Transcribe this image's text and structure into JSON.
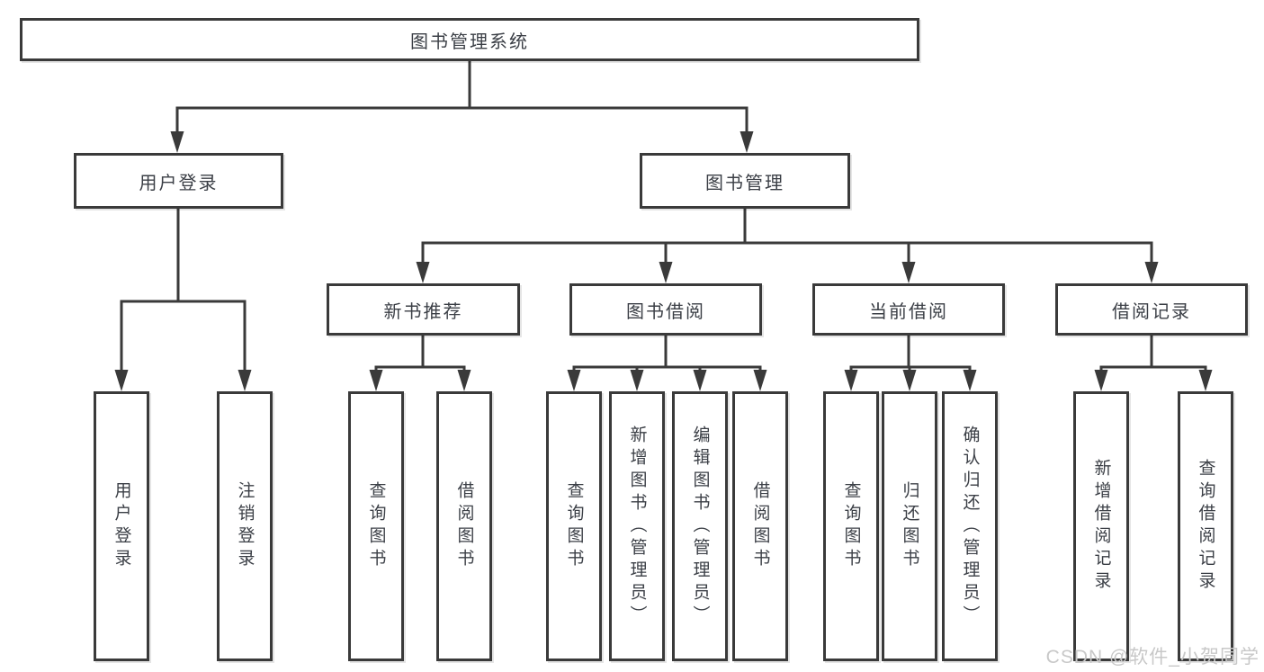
{
  "tree": {
    "label": "图书管理系统",
    "children": [
      {
        "label": "用户登录",
        "children": [
          {
            "label": "用户登录"
          },
          {
            "label": "注销登录"
          }
        ]
      },
      {
        "label": "图书管理",
        "children": [
          {
            "label": "新书推荐",
            "children": [
              {
                "label": "查询图书"
              },
              {
                "label": "借阅图书"
              }
            ]
          },
          {
            "label": "图书借阅",
            "children": [
              {
                "label": "查询图书"
              },
              {
                "label": "新增图书（管理员）"
              },
              {
                "label": "编辑图书（管理员）"
              },
              {
                "label": "借阅图书"
              }
            ]
          },
          {
            "label": "当前借阅",
            "children": [
              {
                "label": "查询图书"
              },
              {
                "label": "归还图书"
              },
              {
                "label": "确认归还（管理员）"
              }
            ]
          },
          {
            "label": "借阅记录",
            "children": [
              {
                "label": "新增借阅记录"
              },
              {
                "label": "查询借阅记录"
              }
            ]
          }
        ]
      }
    ]
  },
  "watermark": "CSDN @软件_小贺同学",
  "colors": {
    "line": "#3a3a3a",
    "text": "#3b3f46",
    "background": "#ffffff",
    "watermark": "#c8c8c8"
  }
}
